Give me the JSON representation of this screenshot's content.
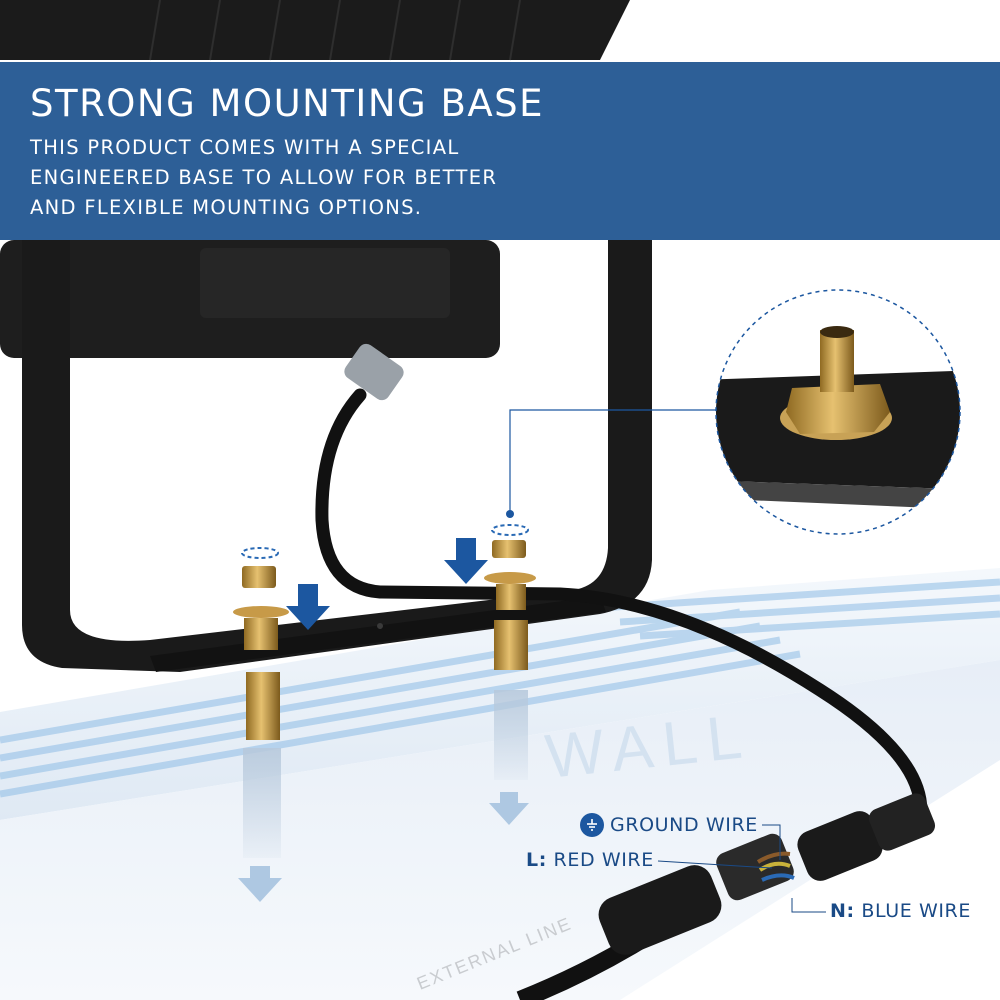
{
  "banner": {
    "title": "STRONG MOUNTING BASE",
    "description_lines": [
      "THIS PRODUCT COMES WITH A SPECIAL",
      "ENGINEERED BASE TO ALLOW FOR BETTER",
      "AND FLEXIBLE MOUNTING OPTIONS."
    ],
    "background_color": "#164e8c"
  },
  "scene": {
    "wall_text": "WALL",
    "external_line_text": "EXTERNAL LINE"
  },
  "wire_labels": {
    "ground": {
      "text": "GROUND WIRE",
      "icon": "ground-icon"
    },
    "red": {
      "key": "L:",
      "text": "RED WIRE"
    },
    "blue": {
      "key": "N:",
      "text": "BLUE WIRE"
    }
  },
  "colors": {
    "accent_blue": "#1c57a0",
    "label_blue": "#1a4a86",
    "housing_black": "#1b1b1b",
    "brass": "#c99a3a"
  }
}
